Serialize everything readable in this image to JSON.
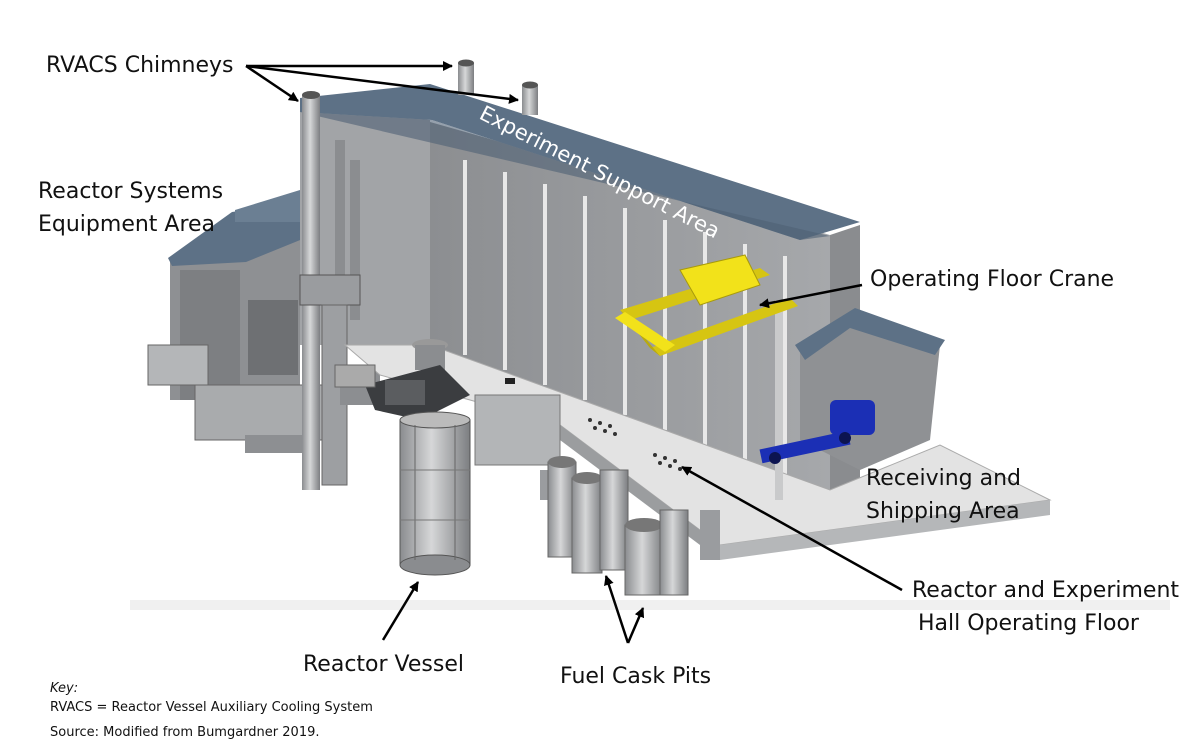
{
  "labels": {
    "rvacs_chimneys": "RVACS Chimneys",
    "reactor_systems_line1": "Reactor Systems",
    "reactor_systems_line2": "Equipment Area",
    "experiment_support_area": "Experiment Support Area",
    "operating_floor_crane": "Operating Floor Crane",
    "receiving_line1": "Receiving and",
    "receiving_line2": "Shipping Area",
    "operating_floor_line1": "Reactor and Experiment",
    "operating_floor_line2": "Hall Operating Floor",
    "reactor_vessel": "Reactor Vessel",
    "fuel_cask_pits": "Fuel Cask Pits"
  },
  "key": {
    "title": "Key:",
    "rvacs_definition": "RVACS = Reactor Vessel Auxiliary Cooling System",
    "source": "Source: Modified from Bumgardner 2019."
  },
  "colors": {
    "roof": "#5d7186",
    "wall": "#9ea0a3",
    "wall_dark": "#7f8184",
    "floor": "#e3e3e3",
    "crane": "#f2e21a",
    "truck": "#1b2fb5"
  }
}
